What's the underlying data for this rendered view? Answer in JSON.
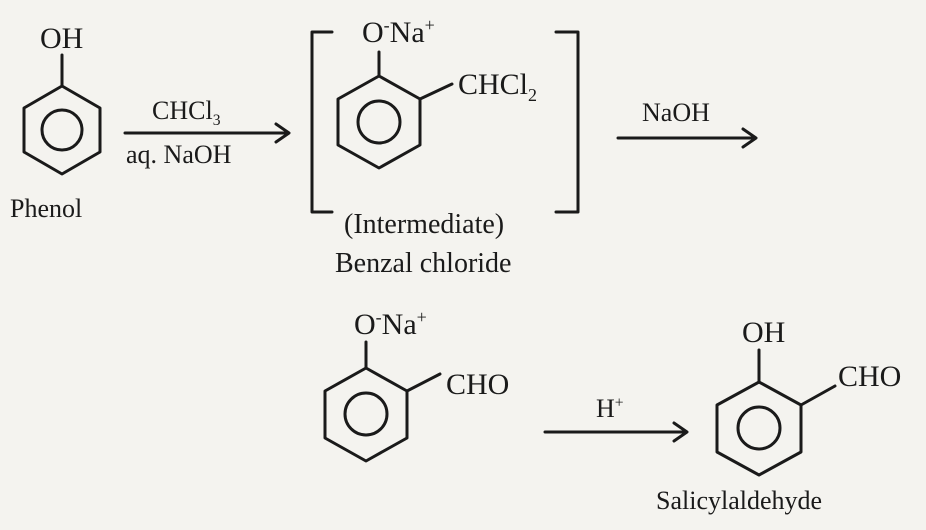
{
  "phenol": {
    "substituent": "OH",
    "name": "Phenol"
  },
  "step1": {
    "reagent_top": "CHCl",
    "reagent_top_sub": "3",
    "reagent_bottom": "aq. NaOH"
  },
  "intermediate": {
    "phenoxide_o": "O",
    "phenoxide_minus": "-",
    "phenoxide_na": "Na",
    "phenoxide_plus": "+",
    "side_group": "CHCl",
    "side_group_sub": "2",
    "tag": "(Intermediate)",
    "name": "Benzal chloride"
  },
  "step2": {
    "reagent": "NaOH"
  },
  "aldehyde_salt": {
    "phenoxide_o": "O",
    "phenoxide_minus": "-",
    "phenoxide_na": "Na",
    "phenoxide_plus": "+",
    "side_group": "CHO"
  },
  "step3": {
    "reagent": "H",
    "reagent_sup": "+"
  },
  "product": {
    "substituent": "OH",
    "side_group": "CHO",
    "name": "Salicylaldehyde"
  }
}
